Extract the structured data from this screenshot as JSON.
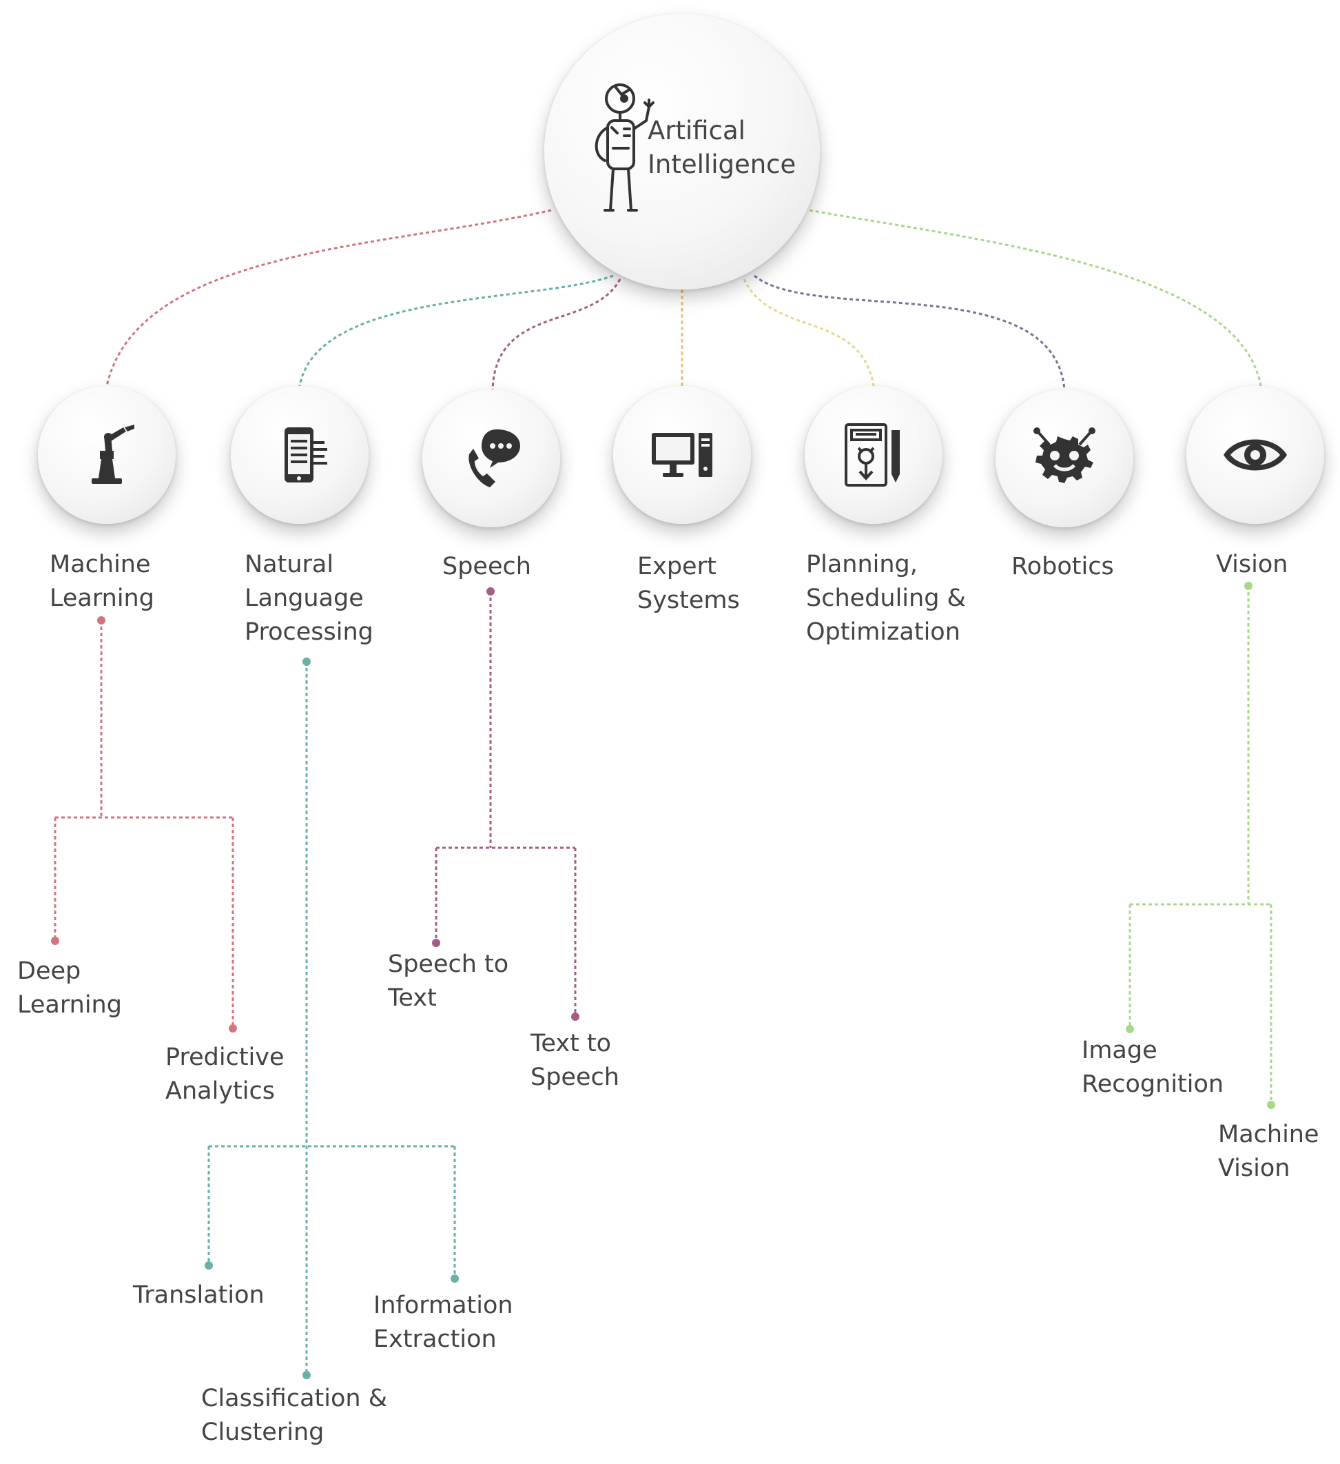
{
  "root": {
    "label": "Artifical\nIntelligence",
    "icon": "robot-scientist-icon"
  },
  "colors": {
    "machine_learning": "#d3757f",
    "nlp": "#6ab0a8",
    "speech": "#a65c85",
    "expert_systems": "#e5c477",
    "planning": "#e8d98f",
    "robotics": "#7f6f95",
    "vision": "#a8d88c"
  },
  "categories": [
    {
      "id": "machine_learning",
      "label": "Machine\nLearning",
      "icon": "robot-arm-icon"
    },
    {
      "id": "nlp",
      "label": "Natural\nLanguage\nProcessing",
      "icon": "tablet-document-icon"
    },
    {
      "id": "speech",
      "label": "Speech",
      "icon": "phone-chat-icon"
    },
    {
      "id": "expert_systems",
      "label": "Expert\nSystems",
      "icon": "desktop-computer-icon"
    },
    {
      "id": "planning",
      "label": "Planning,\nScheduling &\nOptimization",
      "icon": "plan-pencil-icon"
    },
    {
      "id": "robotics",
      "label": "Robotics",
      "icon": "robot-gear-icon"
    },
    {
      "id": "vision",
      "label": "Vision",
      "icon": "eye-icon"
    }
  ],
  "subtopics": {
    "machine_learning": [
      "Deep\nLearning",
      "Predictive\nAnalytics"
    ],
    "speech": [
      "Speech to\nText",
      "Text to\nSpeech"
    ],
    "vision": [
      "Image\nRecognition",
      "Machine\nVision"
    ],
    "nlp": [
      "Translation",
      "Information\nExtraction",
      "Classification &\nClustering"
    ]
  }
}
